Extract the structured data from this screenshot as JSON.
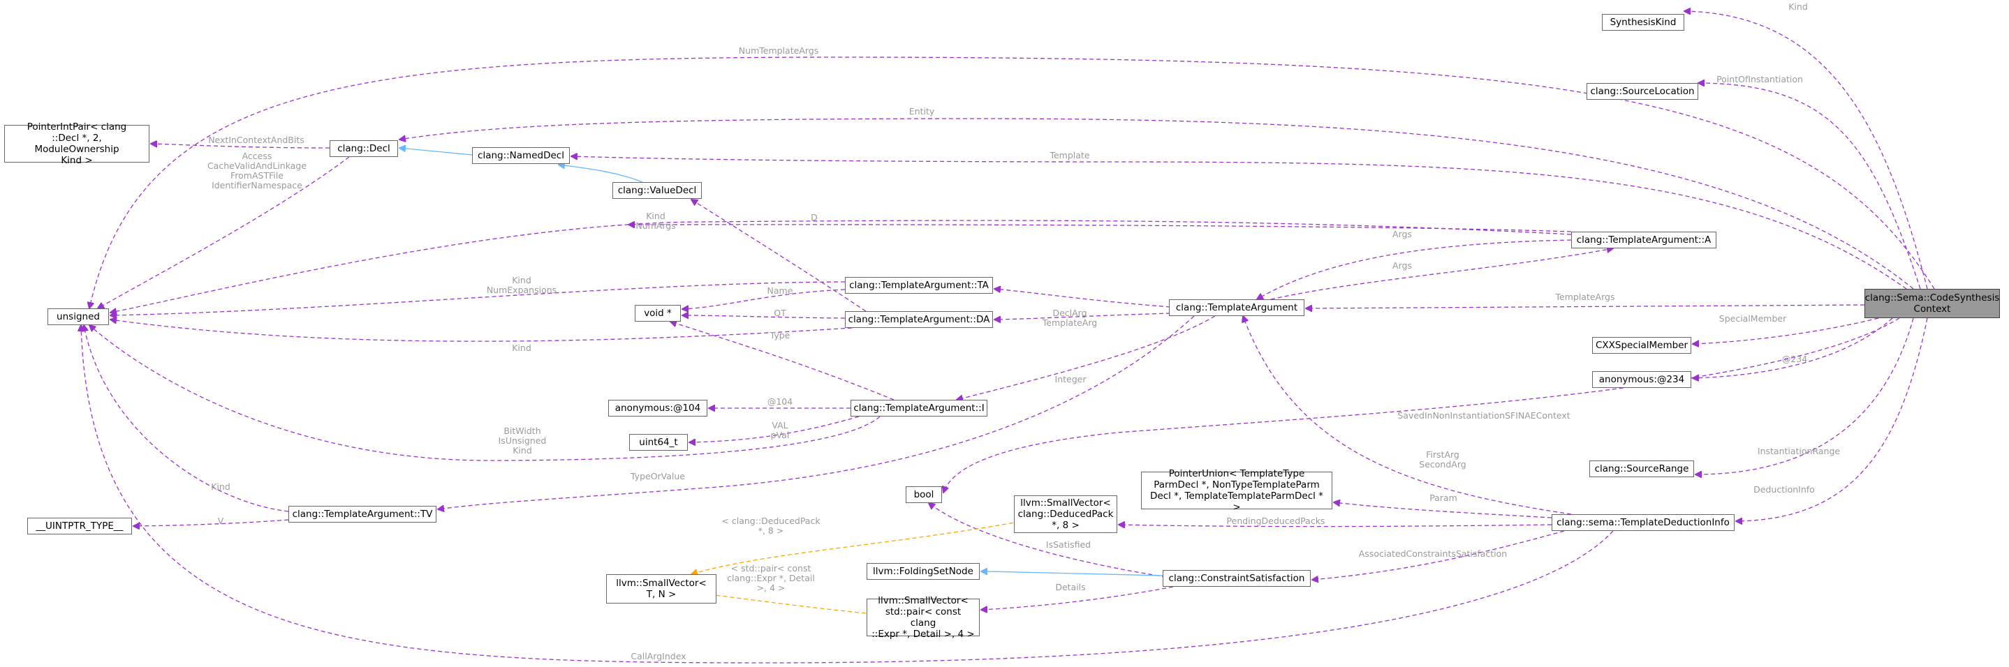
{
  "nodes": {
    "csc": "clang::Sema::CodeSynthesis\nContext",
    "synthesisKind": "SynthesisKind",
    "sourceLocation": "clang::SourceLocation",
    "cxxSpecialMember": "CXXSpecialMember",
    "anon234": "anonymous:@234",
    "sourceRange": "clang::SourceRange",
    "ptrIntPair": "PointerIntPair< clang\n::Decl *, 2, ModuleOwnership\nKind >",
    "decl": "clang::Decl",
    "namedDecl": "clang::NamedDecl",
    "valueDecl": "clang::ValueDecl",
    "unsigned": "unsigned",
    "voidPtr": "void *",
    "anon104": "anonymous:@104",
    "uint64": "uint64_t",
    "uintptr": "__UINTPTR_TYPE__",
    "taTA": "clang::TemplateArgument::TA",
    "taDA": "clang::TemplateArgument::DA",
    "taI": "clang::TemplateArgument::I",
    "taTV": "clang::TemplateArgument::TV",
    "templateArgument": "clang::TemplateArgument",
    "taA": "clang::TemplateArgument::A",
    "bool": "bool",
    "smallVecDeduced": "llvm::SmallVector<\nclang::DeducedPack\n*, 8 >",
    "smallVecTN": "llvm::SmallVector<\nT, N >",
    "foldingSetNode": "llvm::FoldingSetNode",
    "smallVecPair": "llvm::SmallVector<\nstd::pair< const clang\n::Expr *, Detail >, 4 >",
    "constraintSatisfaction": "clang::ConstraintSatisfaction",
    "pointerUnion": "PointerUnion< TemplateType\nParmDecl *, NonTypeTemplateParm\nDecl *, TemplateTemplateParmDecl * >",
    "templateDeductionInfo": "clang::sema::TemplateDeductionInfo"
  },
  "edge_labels": {
    "kind": "Kind",
    "numTemplateArgs": "NumTemplateArgs",
    "pointOfInstantiation": "PointOfInstantiation",
    "entity": "Entity",
    "template": "Template",
    "templateArgs": "TemplateArgs",
    "specialMember": "SpecialMember",
    "at234": "@234",
    "savedInNonInstantiation": "SavedInNonInstantiationSFINAEContext",
    "instantiationRange": "InstantiationRange",
    "deductionInfo": "DeductionInfo",
    "callArgIndex": "CallArgIndex",
    "nextInContextAndBits": "NextInContextAndBits",
    "declUnsigned": "Access\nCacheValidAndLinkage\nFromASTFile\nIdentifierNamespace",
    "aD": "D",
    "aUnsigned": "Kind\nNumArgs",
    "args1": "Args",
    "args2": "Args",
    "taUnsigned": "Kind\nNumExpansions",
    "taName": "Name",
    "templateArg": "TemplateArg",
    "declArg": "DeclArg",
    "daQT": "QT",
    "daKind": "Kind",
    "integer": "Integer",
    "iType": "Type",
    "at104": "@104",
    "iVal": "VAL\npVal",
    "iUnsigned": "BitWidth\nIsUnsigned\nKind",
    "typeOrValue": "TypeOrValue",
    "tvKind": "Kind",
    "tvV": "V",
    "firstArg": "FirstArg\nSecondArg",
    "param": "Param",
    "pendingDeducedPacks": "PendingDeducedPacks",
    "isSatisfied": "IsSatisfied",
    "associatedConstraints": "AssociatedConstraintsSatisfaction",
    "details": "Details",
    "tplDeducedPack": "< clang::DeducedPack\n*, 8 >",
    "tplPair": "< std::pair< const\nclang::Expr *, Detail\n>, 4 >"
  },
  "colors": {
    "usage_edge": "#9a32cd",
    "inheritance_edge": "#63b8ff",
    "template_edge": "#ffa500",
    "label_text": "#9a9a9a",
    "node_border": "#666666",
    "focus_fill": "#999999"
  }
}
